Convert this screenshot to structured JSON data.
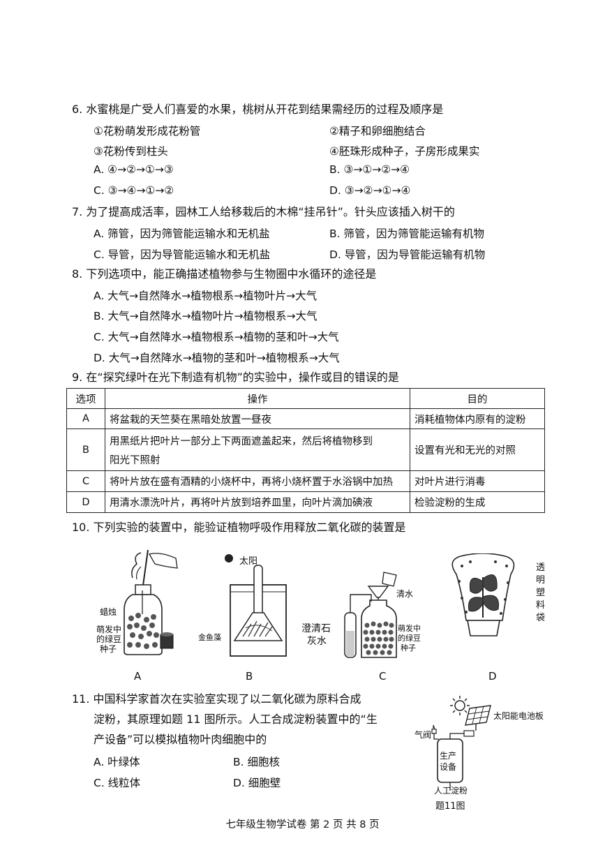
{
  "q6": {
    "stem": "6. 水蜜桃是广受人们喜爱的水果，桃树从开花到结果需经历的过程及顺序是",
    "items": [
      "①花粉萌发形成花粉管",
      "②精子和卵细胞结合",
      "③花粉传到柱头",
      "④胚珠形成种子，子房形成果实"
    ],
    "options": [
      "A. ④→②→①→③",
      "B. ③→①→②→④",
      "C. ③→④→①→②",
      "D. ③→②→①→④"
    ]
  },
  "q7": {
    "stem": "7. 为了提高成活率，园林工人给移栽后的木棉“挂吊针”。针头应该插入树干的",
    "options": [
      "A. 筛管，因为筛管能运输水和无机盐",
      "B. 筛管，因为筛管能运输有机物",
      "C. 导管，因为导管能运输水和无机盐",
      "D. 导管，因为导管能运输有机物"
    ]
  },
  "q8": {
    "stem": "8. 下列选项中，能正确描述植物参与生物圈中水循环的途径是",
    "options": [
      "A. 大气→自然降水→植物根系→植物叶片→大气",
      "B. 大气→自然降水→植物叶片→植物根系→大气",
      "C. 大气→自然降水→植物根系→植物的茎和叶→大气",
      "D. 大气→自然降水→植物的茎和叶→植物根系→大气"
    ]
  },
  "q9": {
    "stem": "9. 在“探究绿叶在光下制造有机物”的实验中，操作或目的错误的是",
    "headers": [
      "选项",
      "操作",
      "目的"
    ],
    "rows": [
      {
        "opt": "A",
        "op": "将盆栽的天竺葵在黑暗处放置一昼夜",
        "op2": "",
        "goal": "消耗植物体内原有的淀粉"
      },
      {
        "opt": "B",
        "op": "用黑纸片把叶片一部分上下两面遮盖起来，然后将植物移到",
        "op2": "阳光下照射",
        "goal": "设置有光和无光的对照"
      },
      {
        "opt": "C",
        "op": "将叶片放在盛有酒精的小烧杯中，再将小烧杯置于水浴锅中加热",
        "op2": "",
        "goal": "对叶片进行消毒"
      },
      {
        "opt": "D",
        "op": "用清水漂洗叶片，再将叶片放到培养皿里，向叶片滴加碘液",
        "op2": "",
        "goal": "检验淀粉的生成"
      }
    ]
  },
  "q10": {
    "stem": "10. 下列实验的装置中，能验证植物呼吸作用释放二氧化碳的装置是",
    "captions": [
      "A",
      "B",
      "C",
      "D"
    ],
    "figA": {
      "label1": "蜡烛",
      "label2": "萌发中",
      "label3": "的绿豆",
      "label4": "种子"
    },
    "figB": {
      "sun": "太阳",
      "plant": "金鱼藻"
    },
    "figC": {
      "water": "清水",
      "lime1": "澄清石",
      "lime2": "灰水",
      "seed1": "萌发中",
      "seed2": "的绿豆",
      "seed3": "种子"
    },
    "figD": {
      "bag": [
        "透",
        "明",
        "塑",
        "料",
        "袋"
      ]
    }
  },
  "q11": {
    "stem_lines": [
      "11. 中国科学家首次在实验室实现了以二氧化碳为原料合成",
      "淀粉，其原理如题 11 图所示。人工合成淀粉装置中的“生",
      "产设备”可以模拟植物叶肉细胞中的"
    ],
    "options": [
      "A. 叶绿体",
      "B. 细胞核",
      "C. 线粒体",
      "D. 细胞壁"
    ],
    "figure": {
      "valve": "气阀",
      "panel": "太阳能电池板",
      "device1": "生产",
      "device2": "设备",
      "starch": "人工淀粉",
      "caption": "题11图"
    }
  },
  "footer": "七年级生物学试卷  第 2 页  共 8 页"
}
